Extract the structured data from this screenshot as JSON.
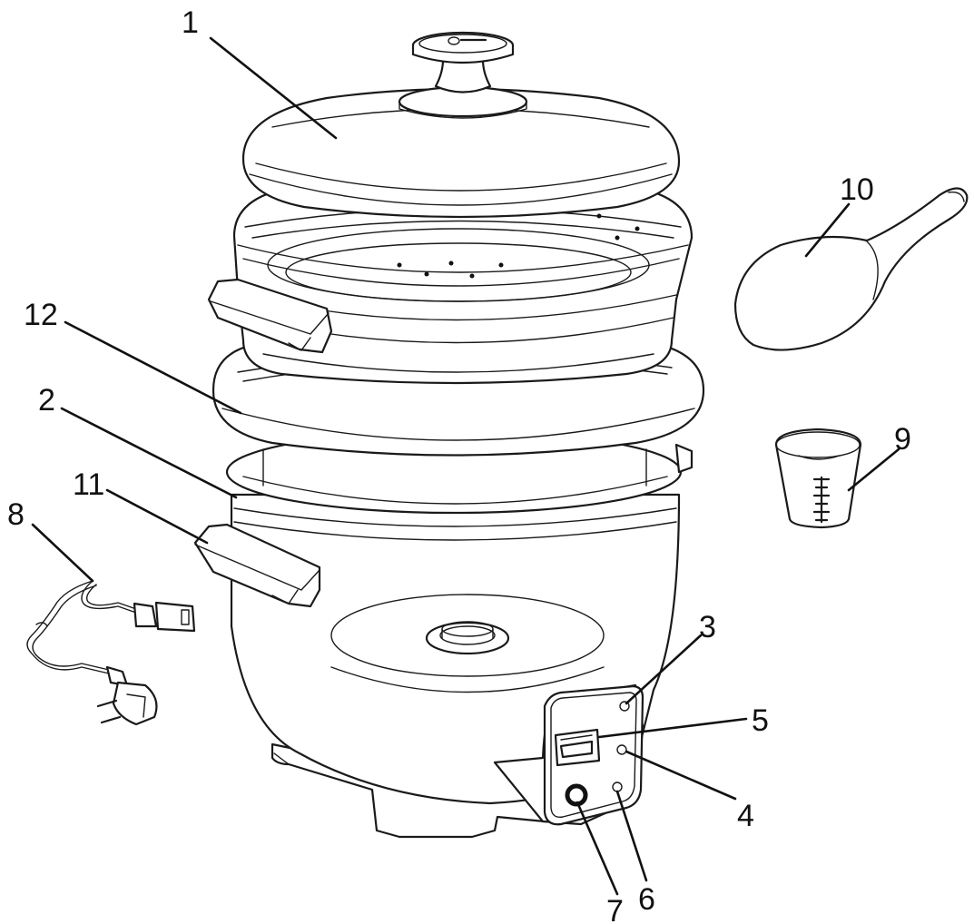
{
  "callouts": [
    {
      "id": "1",
      "label": "1"
    },
    {
      "id": "2",
      "label": "2"
    },
    {
      "id": "3",
      "label": "3"
    },
    {
      "id": "4",
      "label": "4"
    },
    {
      "id": "5",
      "label": "5"
    },
    {
      "id": "6",
      "label": "6"
    },
    {
      "id": "7",
      "label": "7"
    },
    {
      "id": "8",
      "label": "8"
    },
    {
      "id": "9",
      "label": "9"
    },
    {
      "id": "10",
      "label": "10"
    },
    {
      "id": "11",
      "label": "11"
    },
    {
      "id": "12",
      "label": "12"
    }
  ],
  "parts": [
    "lid",
    "lid-knob",
    "steamer-basket",
    "cooker-body",
    "cooker-rim",
    "body-handle",
    "steamer-handle",
    "control-panel",
    "power-cord",
    "measuring-cup",
    "rice-spoon"
  ],
  "colors": {
    "line": "#1a1a1a",
    "background": "#ffffff"
  }
}
